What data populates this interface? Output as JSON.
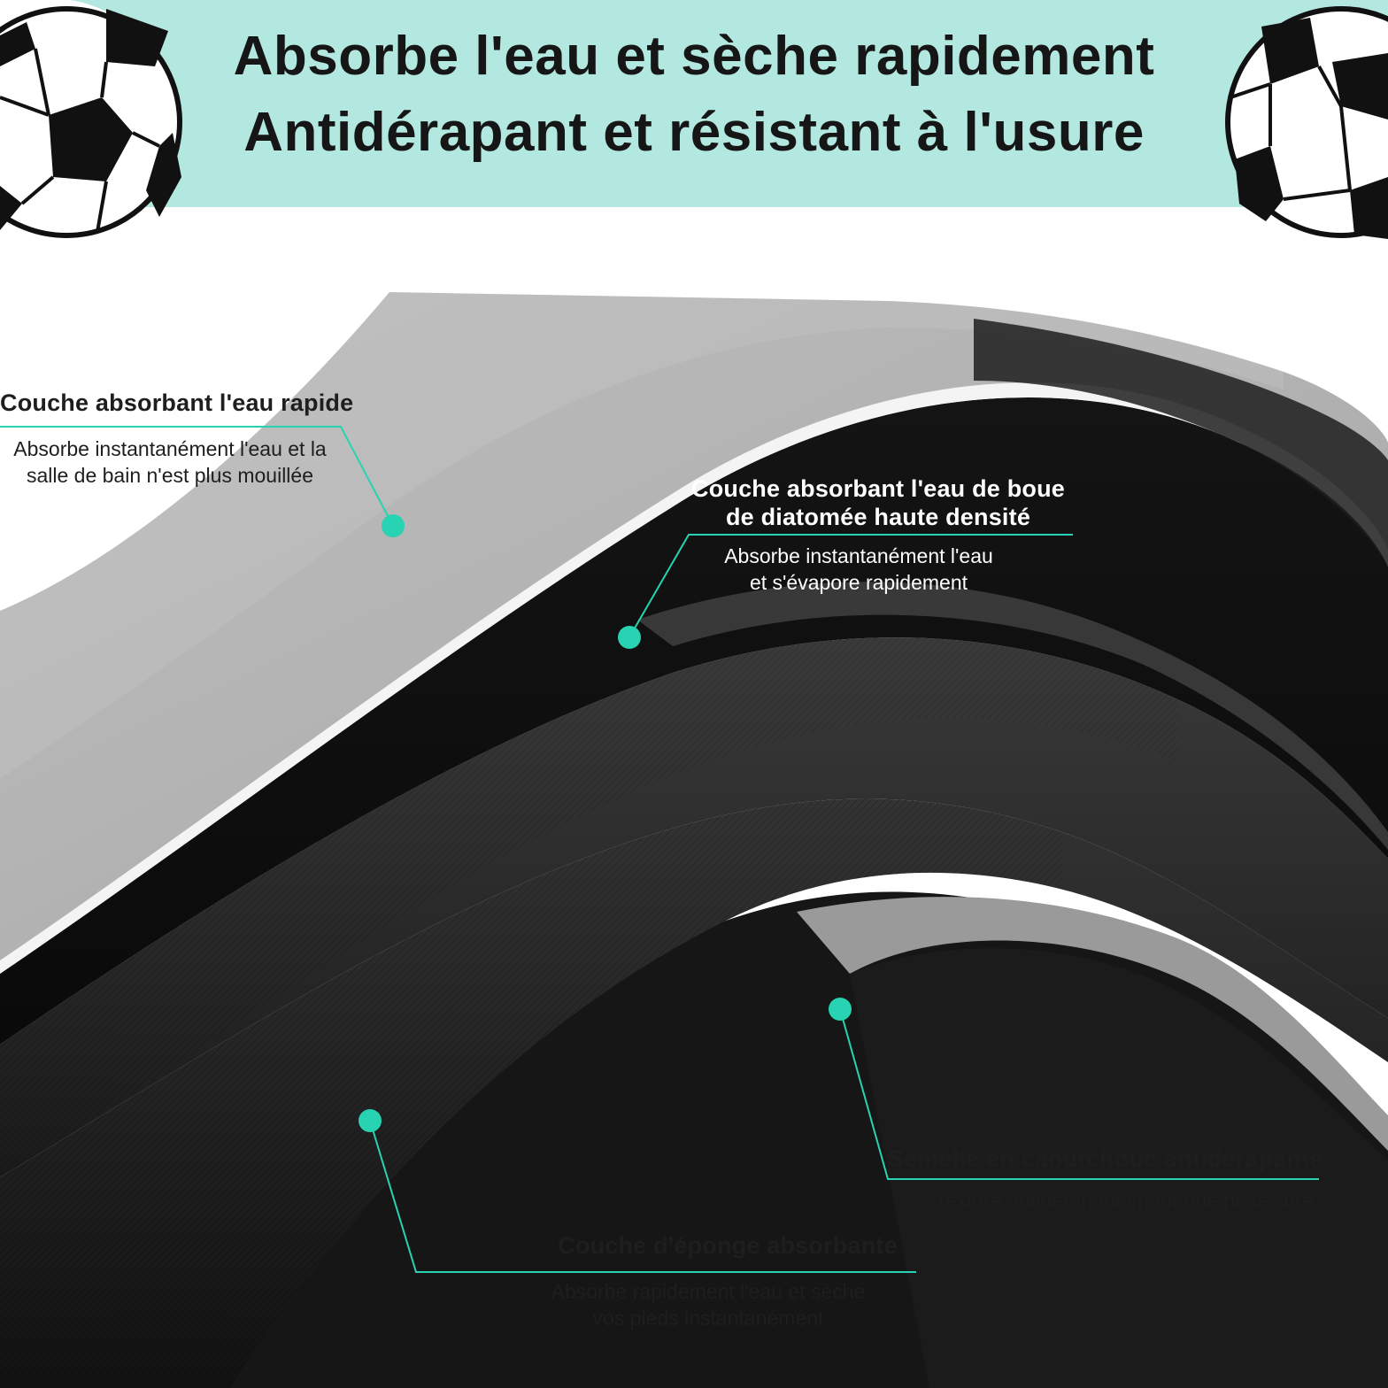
{
  "header": {
    "line1": "Absorbe l'eau et sèche rapidement",
    "line2": "Antidérapant et résistant à l'usure",
    "banner_color": "#b3e8e0"
  },
  "accent_color": "#27d3b2",
  "callouts": [
    {
      "title": "Couche absorbant l'eau rapide",
      "desc1": "Absorbe instantanément l'eau et la",
      "desc2": "salle de bain n'est plus mouillée"
    },
    {
      "title1": "Couche absorbant l'eau de boue",
      "title2": "de diatomée haute densité",
      "desc1": "Absorbe instantanément l'eau",
      "desc2": "et s'évapore rapidement"
    },
    {
      "title": "Semelle en caoutchouc antidérapante",
      "desc1": "Texture antidérapante pour une prise sûre"
    },
    {
      "title": "Couche d'éponge absorbante",
      "desc1": "Absorbe rapidement l'eau et sèche",
      "desc2": "vos pieds instantanément"
    }
  ],
  "icons": [
    "soccer-ball-icon",
    "soccer-ball-icon"
  ]
}
